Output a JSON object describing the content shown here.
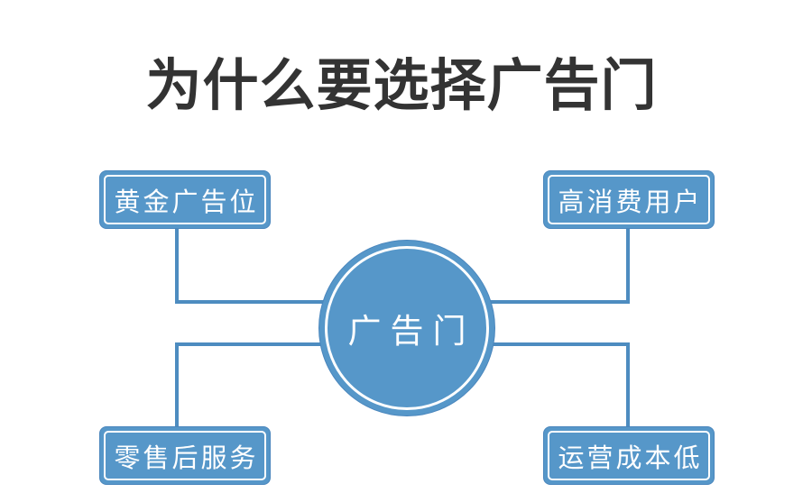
{
  "title": "为什么要选择广告门",
  "center": {
    "label": "广告门"
  },
  "nodes": [
    {
      "id": "top-left",
      "label": "黄金广告位"
    },
    {
      "id": "top-right",
      "label": "高消费用户"
    },
    {
      "id": "bottom-left",
      "label": "零售后服务"
    },
    {
      "id": "bottom-right",
      "label": "运营成本低"
    }
  ],
  "colors": {
    "node_fill": "#5697c9",
    "node_border": "#4a86bd",
    "connector": "#4d8cc0",
    "title_text": "#333333",
    "label_text": "#ffffff",
    "background": "#ffffff"
  }
}
